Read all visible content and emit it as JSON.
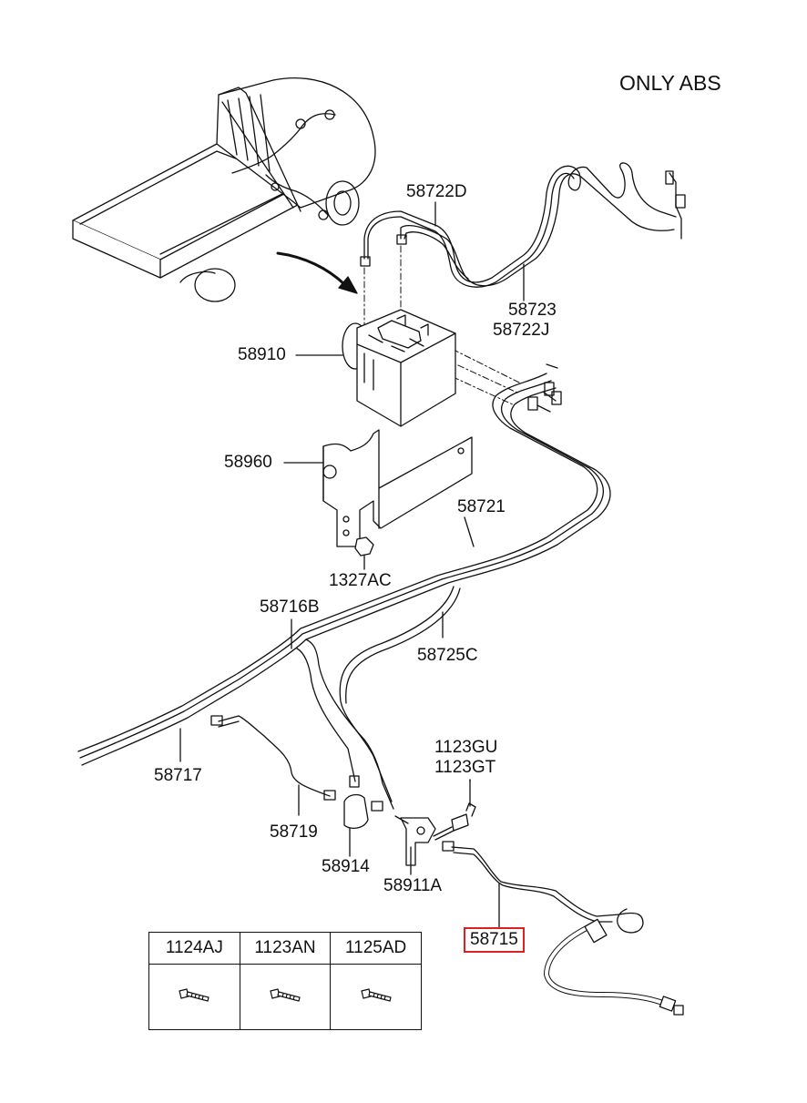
{
  "note": "ONLY ABS",
  "parts": {
    "p58722D": "58722D",
    "p58723": "58723",
    "p58722J": "58722J",
    "p58910": "58910",
    "p58960": "58960",
    "p58721": "58721",
    "p1327AC": "1327AC",
    "p58716B": "58716B",
    "p58725C": "58725C",
    "p1123GU": "1123GU",
    "p1123GT": "1123GT",
    "p58717": "58717",
    "p58719": "58719",
    "p58914": "58914",
    "p58911A": "58911A",
    "p58715": "58715"
  },
  "highlighted_part": "58715",
  "fasteners": [
    {
      "code": "1124AJ",
      "icon": "bolt-icon"
    },
    {
      "code": "1123AN",
      "icon": "bolt-icon"
    },
    {
      "code": "1125AD",
      "icon": "bolt-icon"
    }
  ],
  "colors": {
    "highlight": "#e02020",
    "line": "#111111"
  }
}
